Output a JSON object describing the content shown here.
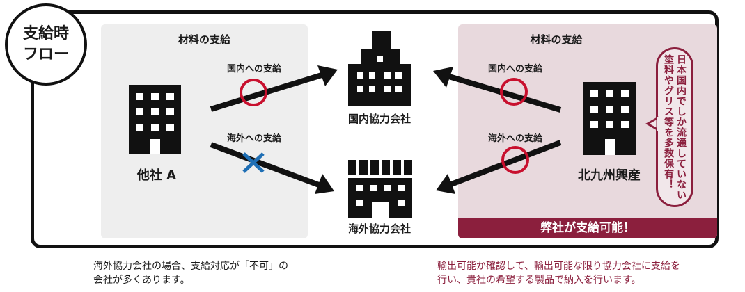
{
  "badge": "支給時\nフロー",
  "left_panel": {
    "title": "材料の支給",
    "company": "他社 A",
    "route_domestic": "国内への支給",
    "route_overseas": "海外への支給"
  },
  "center": {
    "domestic_company": "国内協力会社",
    "overseas_company": "海外協力会社"
  },
  "right_panel": {
    "title": "材料の支給",
    "company": "北九州興産",
    "route_domestic": "国内への支給",
    "route_overseas": "海外への支給",
    "band": "弊社が支給可能！",
    "callout": "日本国内でしか流通していない\n塗料やグリス等を多数保有！"
  },
  "captions": {
    "left": "海外協力会社の場合、支給対応が「不可」の\n会社が多くあります。",
    "right": "輸出可能か確認して、輸出可能な限り協力会社に支給を\n行い、貴社の希望する製品で納入を行います。"
  },
  "colors": {
    "accent": "#8b1f3d",
    "ok_mark": "#c8102e",
    "ng_mark": "#1f6fb5",
    "ink": "#111111"
  },
  "icons": [
    "building-icon",
    "ok-circle-icon",
    "ng-cross-icon",
    "arrow-icon"
  ]
}
